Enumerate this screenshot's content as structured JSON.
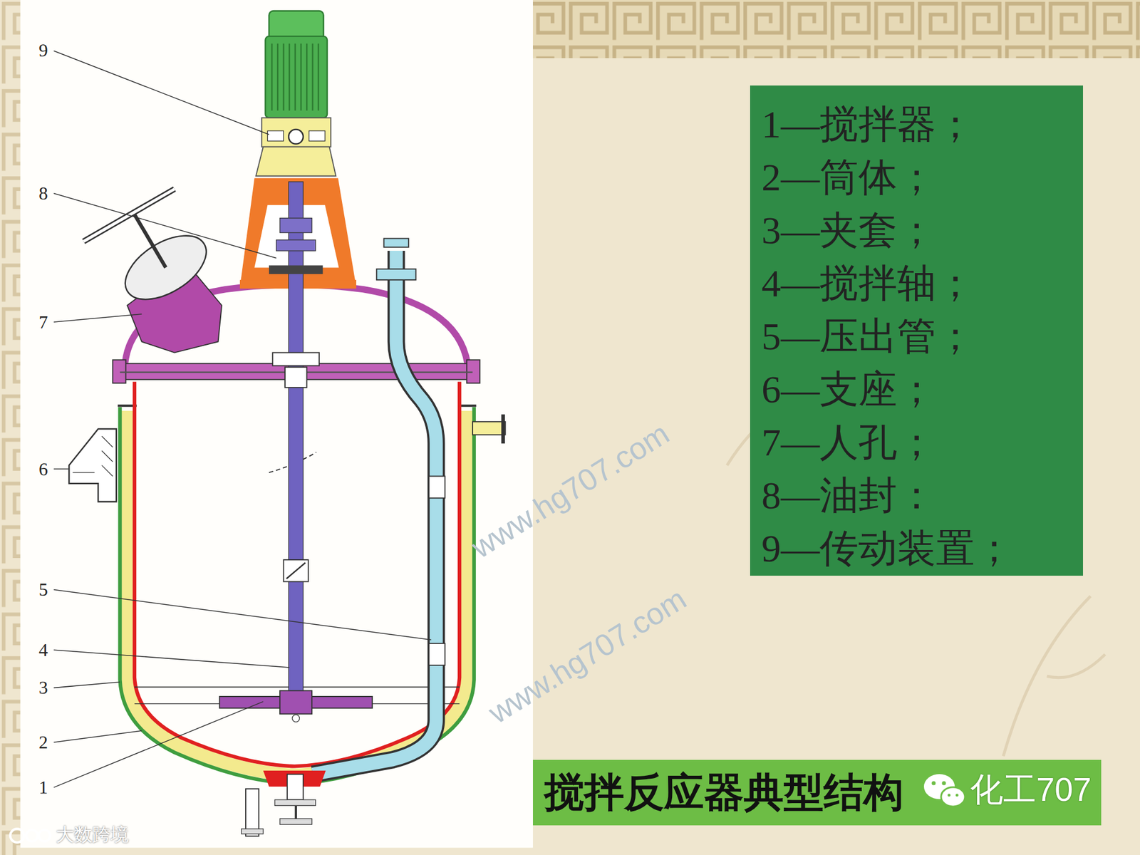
{
  "diagram": {
    "nodes": [
      {
        "text": [
          "1—搅拌器；",
          "2—筒体；",
          "3—夹套；",
          "4—搅拌轴；",
          "5—压出管；",
          "6—支座；",
          "7—人孔；",
          "8—油封：",
          "9—传动装置；"
        ]
      },
      {
        "text": [
          "搅拌反应器典型结构"
        ]
      }
    ],
    "labels": [
      "9",
      "8",
      "7",
      "6",
      "5",
      "4",
      "3",
      "2",
      "1",
      "www.hg707.com",
      "www.hg707.com",
      "化工707",
      "大数跨境"
    ]
  }
}
